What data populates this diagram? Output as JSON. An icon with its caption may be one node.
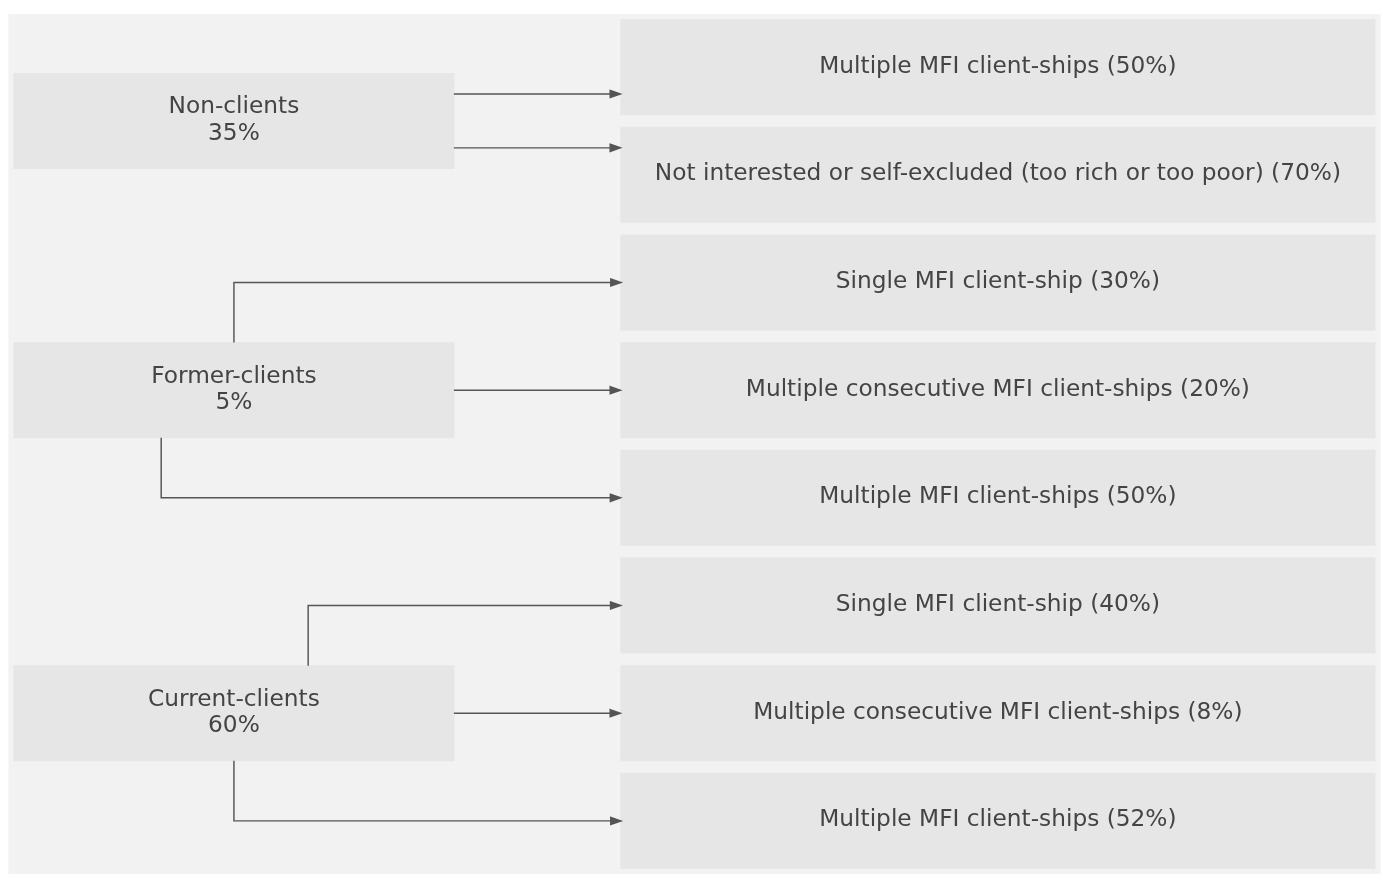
{
  "diagram": {
    "nodes": [
      {
        "text": [
          "Current-clients",
          "60%"
        ]
      },
      {
        "text": [
          "Single MFI client-ship (40%)"
        ]
      },
      {
        "text": [
          "Multiple consecutive MFI client-ships (8%)"
        ]
      },
      {
        "text": [
          "Multiple MFI client-ships (52%)"
        ]
      },
      {
        "text": [
          "Former-clients",
          "5%"
        ]
      },
      {
        "text": [
          "Single MFI client-ship (30%)"
        ]
      },
      {
        "text": [
          "Multiple consecutive MFI client-ships (20%)"
        ]
      },
      {
        "text": [
          "Multiple MFI client-ships (50%)"
        ]
      },
      {
        "text": [
          "Non-clients",
          "35%"
        ]
      },
      {
        "text": [
          "Multiple MFI client-ships (50%)"
        ]
      },
      {
        "text": [
          "Not interested or self-excluded (too rich or too poor) (70%)"
        ]
      }
    ],
    "edges": [
      {
        "from": 0,
        "to": 1,
        "arrow": "to"
      },
      {
        "from": 0,
        "to": 2,
        "arrow": "to"
      },
      {
        "from": 0,
        "to": 3,
        "arrow": "to"
      },
      {
        "from": 4,
        "to": 5,
        "arrow": "to"
      },
      {
        "from": 4,
        "to": 6,
        "arrow": "to"
      },
      {
        "from": 4,
        "to": 7,
        "arrow": "to"
      },
      {
        "from": 8,
        "to": 9,
        "arrow": "to"
      },
      {
        "from": 8,
        "to": 10,
        "arrow": "to"
      }
    ]
  }
}
